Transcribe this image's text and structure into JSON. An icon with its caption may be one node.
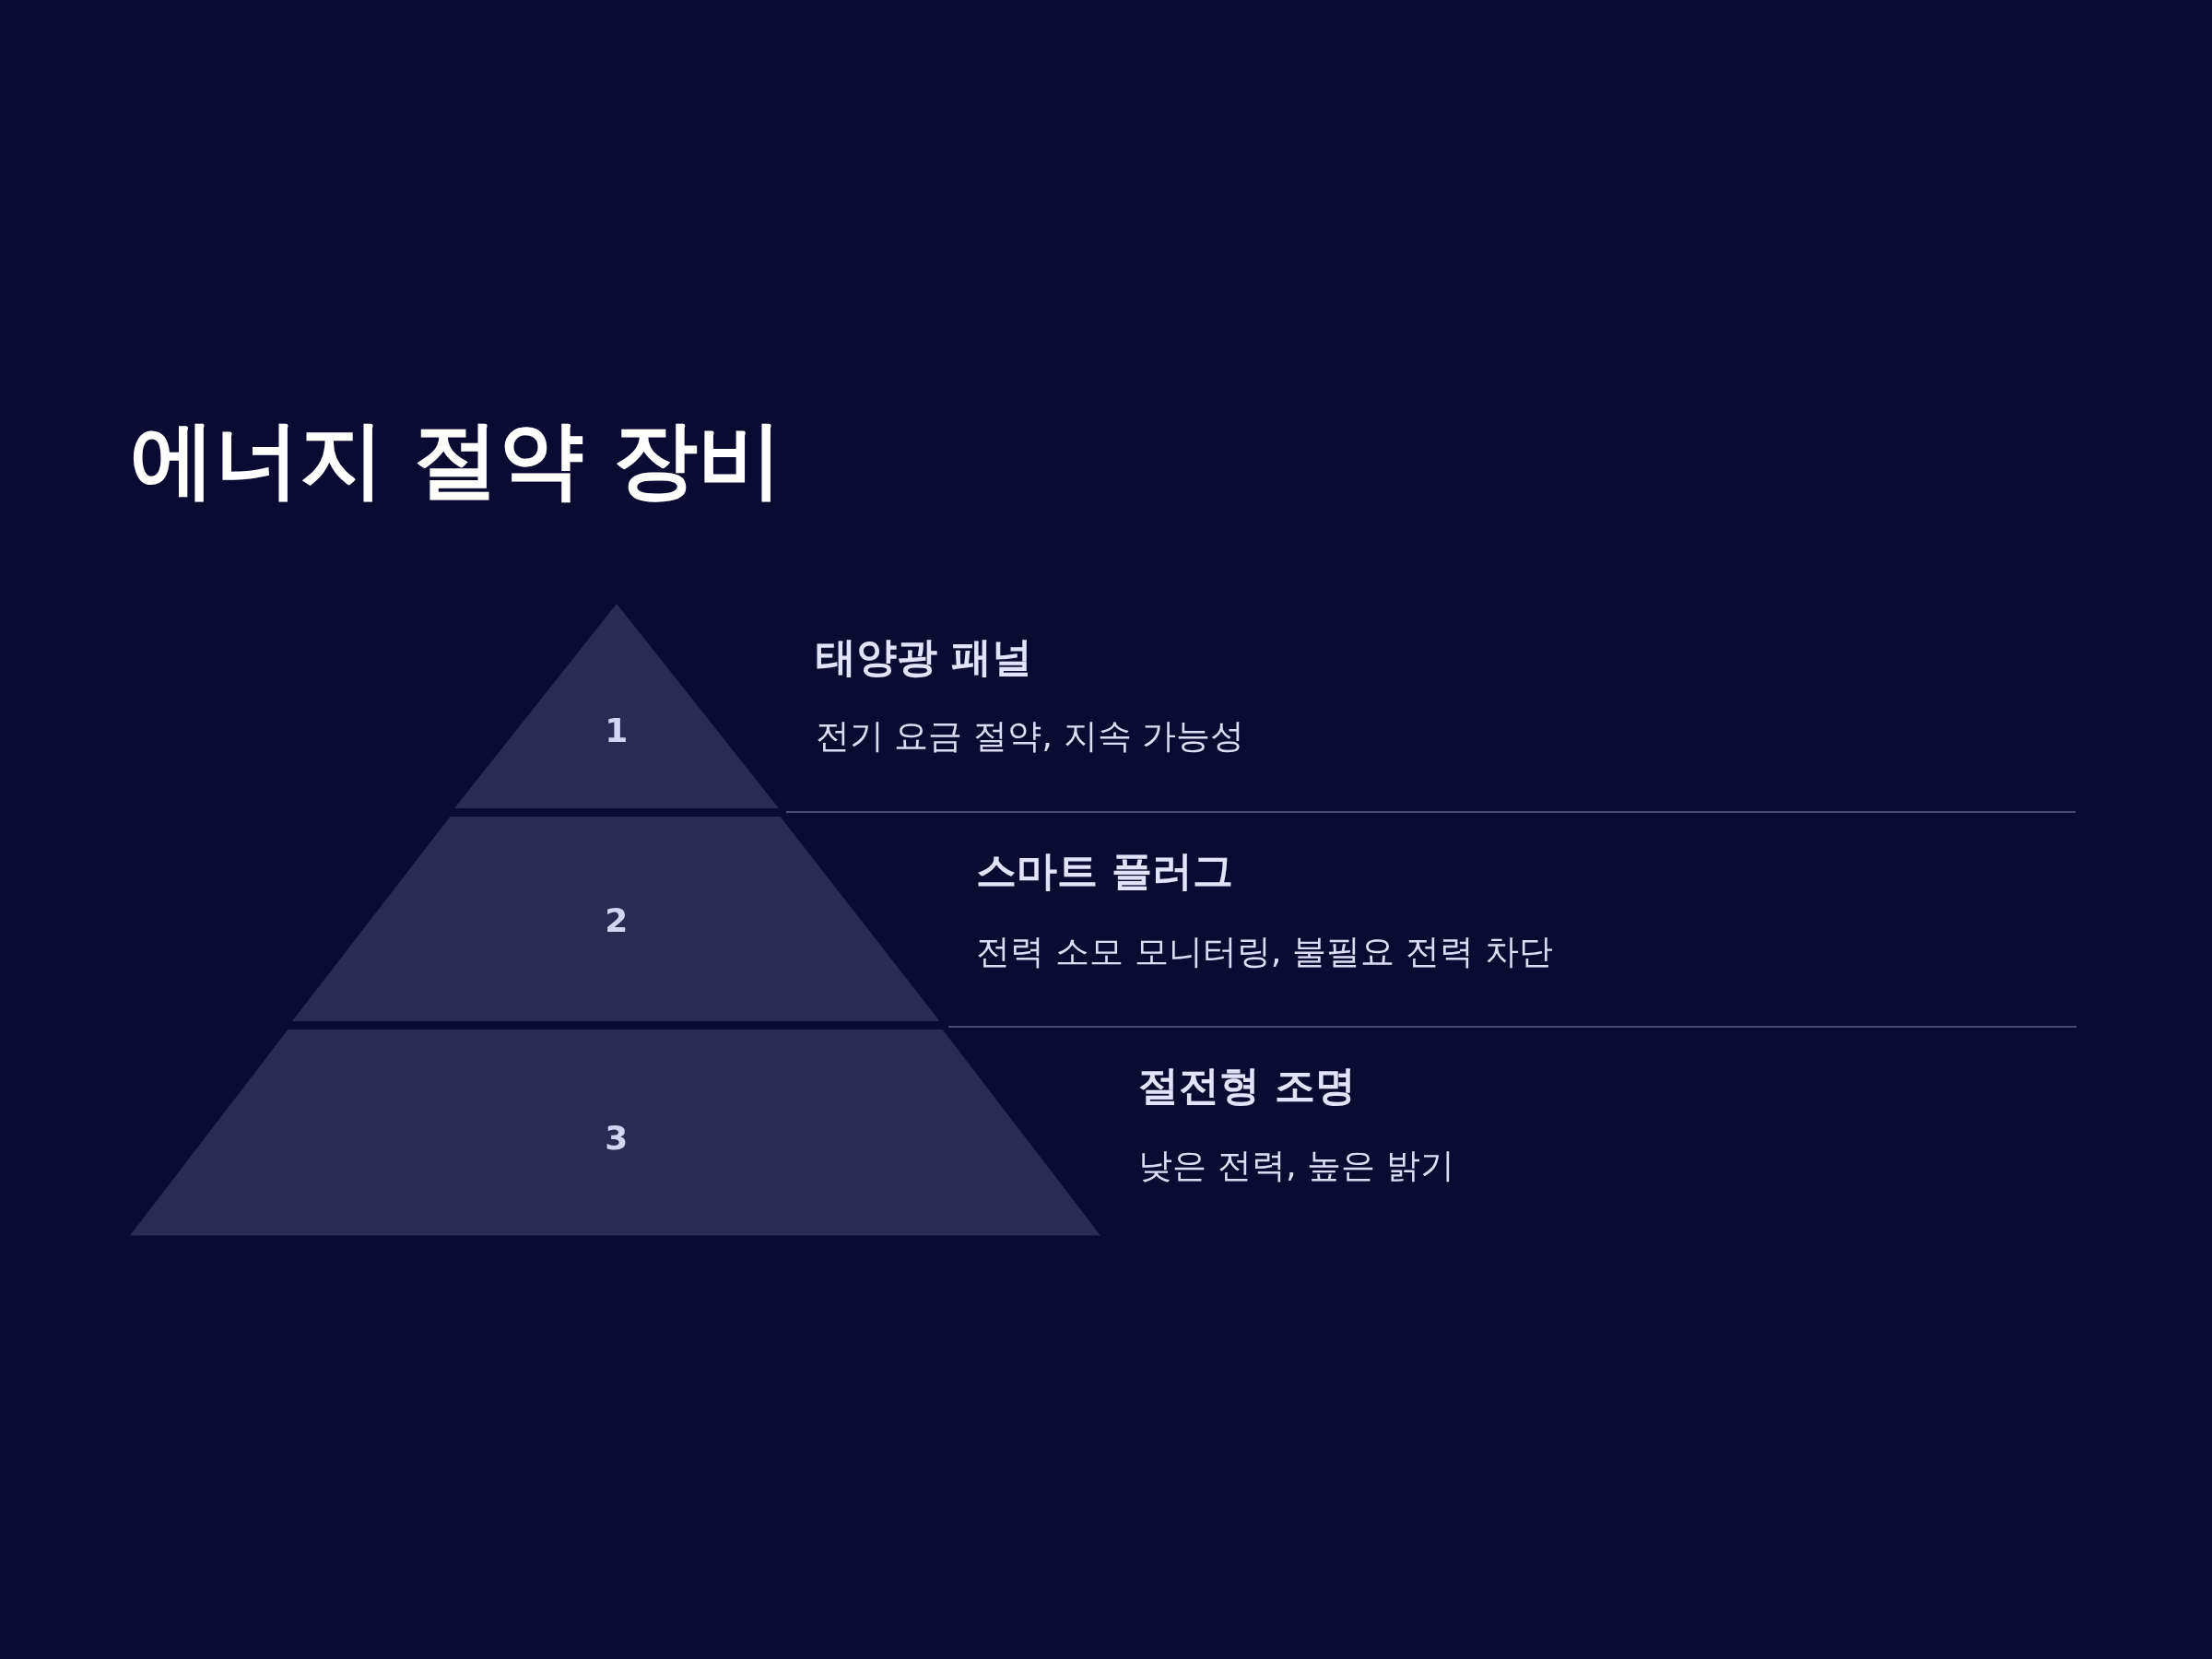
{
  "diagram": {
    "title": "에너지 절약 장비",
    "nodes": [
      {
        "text": [
          "1"
        ],
        "beside": [
          "태양광 패널",
          "전기 요금 절약, 지속 가능성"
        ]
      },
      {
        "text": [
          "2"
        ],
        "beside": [
          "스마트 플러그",
          "전력 소모 모니터링, 불필요 전력 차단"
        ]
      },
      {
        "text": [
          "3"
        ],
        "beside": [
          "절전형 조명",
          "낮은 전력, 높은 밝기"
        ]
      }
    ]
  }
}
